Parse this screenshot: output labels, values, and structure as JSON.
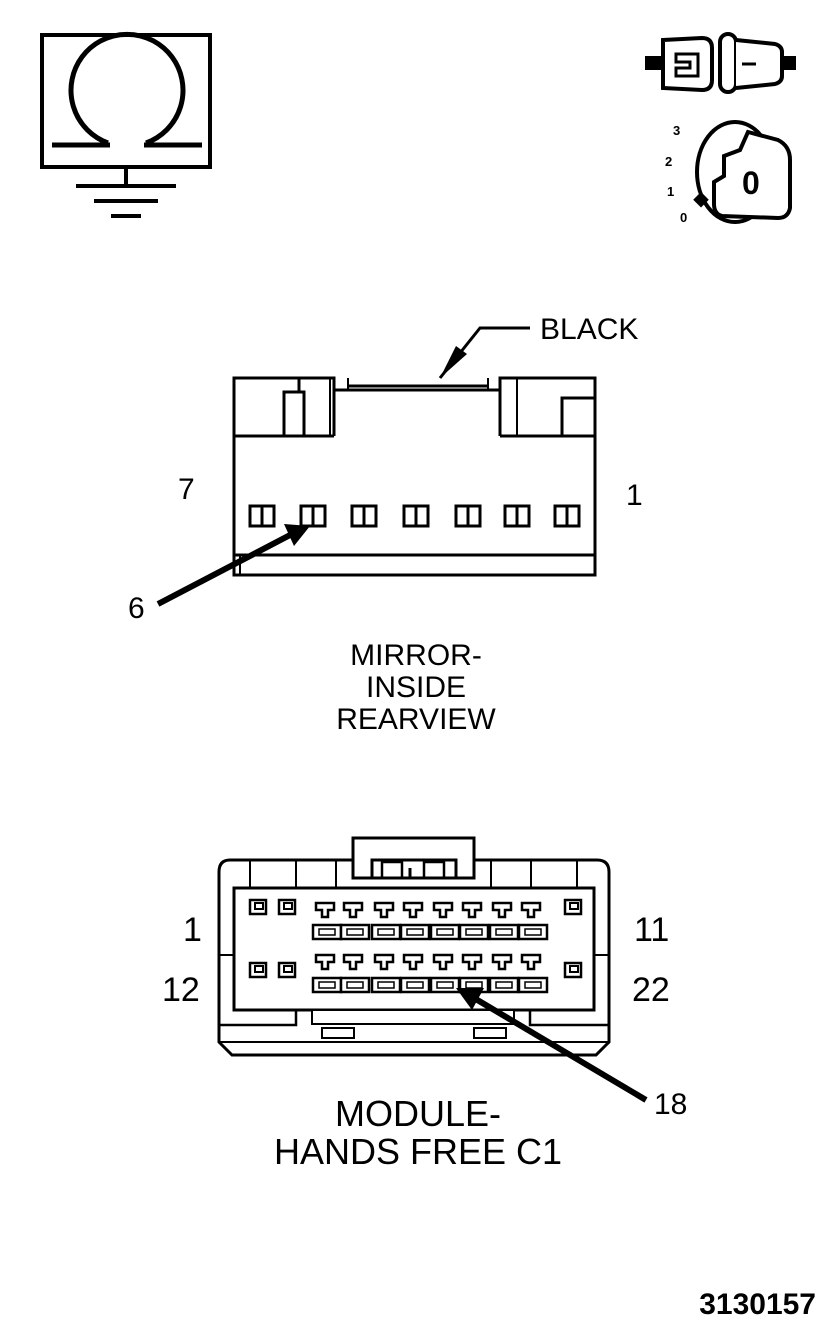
{
  "icons": {
    "ohmmeter": "ohmmeter-ground-icon",
    "connector": "disconnected-connector-icon",
    "ignition": "ignition-key-off-icon"
  },
  "ignition_positions": [
    "3",
    "2",
    "1",
    "0"
  ],
  "ignition_key_label": "0",
  "mirror_connector": {
    "color_label": "BLACK",
    "pin_left": "7",
    "pin_right": "1",
    "pin_callout": "6",
    "title_lines": [
      "MIRROR-",
      "INSIDE",
      "REARVIEW"
    ]
  },
  "module_connector": {
    "pin_top_left": "1",
    "pin_top_right": "11",
    "pin_bottom_left": "12",
    "pin_bottom_right": "22",
    "pin_callout": "18",
    "title_lines": [
      "MODULE-",
      "HANDS FREE C1"
    ]
  },
  "figure_number": "3130157"
}
